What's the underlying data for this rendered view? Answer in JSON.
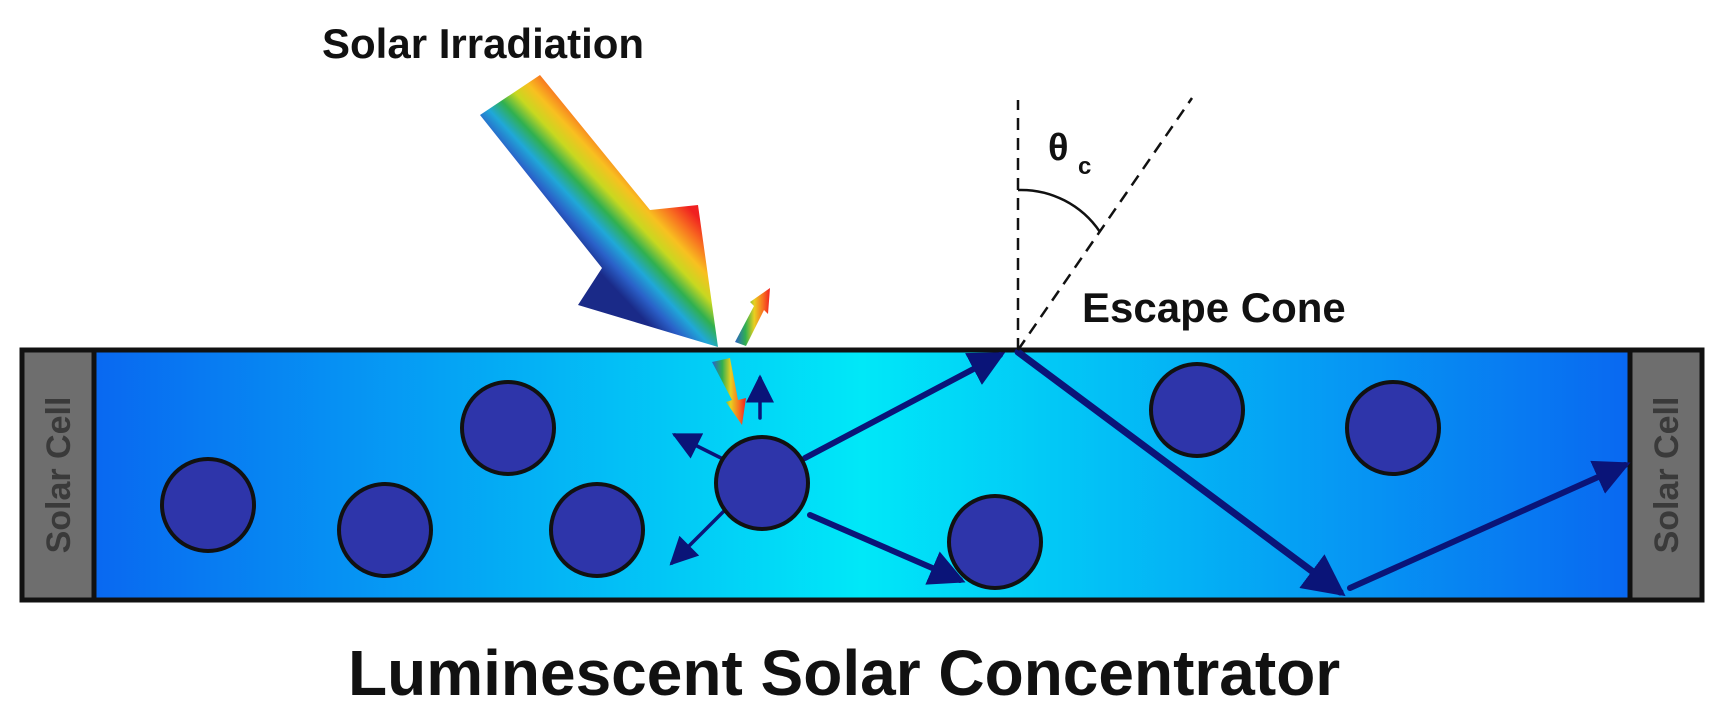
{
  "labels": {
    "solar_irradiation": "Solar Irradiation",
    "escape_cone": "Escape Cone",
    "critical_angle_symbol": "θ",
    "critical_angle_subscript": "c",
    "solar_cell_left": "Solar Cell",
    "solar_cell_right": "Solar Cell",
    "title": "Luminescent Solar Concentrator"
  },
  "colors": {
    "waveguide_edge": "#0a5cf0",
    "waveguide_center": "#00e8f8",
    "dye_particle": "#2e35aa",
    "photon_path": "#0a1478",
    "solar_cell": "#6e6e6e",
    "outline": "#111111"
  }
}
